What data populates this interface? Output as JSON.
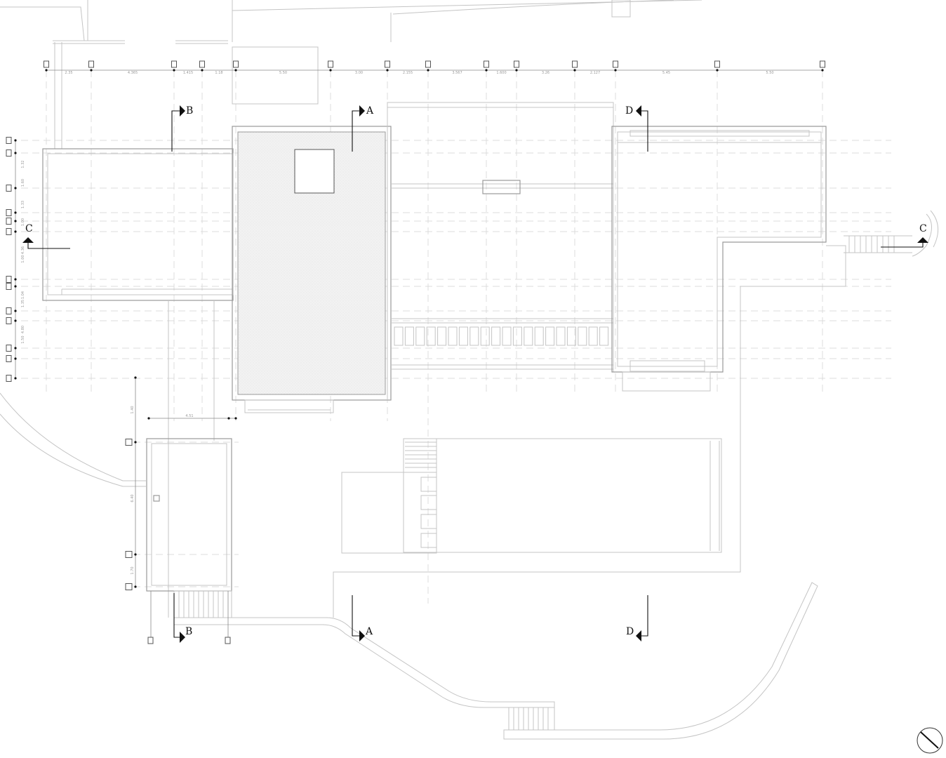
{
  "drawing": {
    "section_markers": [
      {
        "id": "B-top",
        "label": "B"
      },
      {
        "id": "A-top",
        "label": "A"
      },
      {
        "id": "D-top",
        "label": "D"
      },
      {
        "id": "C-left",
        "label": "C"
      },
      {
        "id": "C-right",
        "label": "C"
      },
      {
        "id": "B-bottom",
        "label": "B"
      },
      {
        "id": "A-bottom",
        "label": "A"
      },
      {
        "id": "D-bottom",
        "label": "D"
      }
    ],
    "top_dimensions": [
      "2.35",
      "4.365",
      "1.415",
      "1.18",
      "5.50",
      "3.00",
      "2.155",
      "3.567",
      "1.600",
      "3.26",
      "2.127",
      "5.45",
      "5.50"
    ],
    "left_dimensions": [
      "1.32",
      "1.60",
      "1.33",
      "1.00",
      "4.36",
      "1.00",
      "1.04",
      "1.35",
      "4.80",
      "1.50"
    ],
    "annex_dimensions": [
      "1.40",
      "4.51",
      "6.40",
      "1.70"
    ],
    "north_arrow_icon": "north-arrow-icon",
    "colors": {
      "line": "#c4c4c4",
      "section": "#111111",
      "hatch": "#eeeeee"
    }
  }
}
